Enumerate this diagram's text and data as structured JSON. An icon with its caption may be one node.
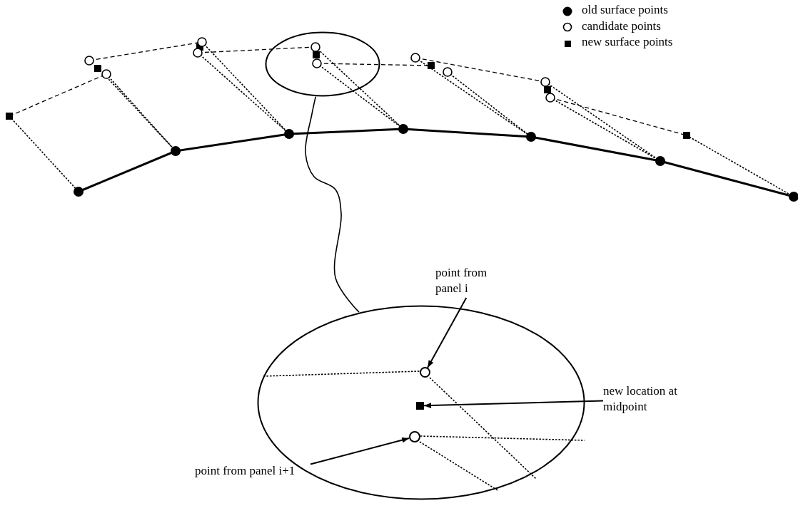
{
  "diagram": {
    "nodes": [
      {
        "text": [],
        "shape": "circle"
      },
      {
        "text": [
          "point from panel i"
        ]
      },
      {
        "text": [],
        "shape": "circle"
      },
      {
        "text": [],
        "shape": "circle",
        "in": 2
      },
      {
        "text": [],
        "shape": "box",
        "in": 2
      },
      {
        "text": [],
        "shape": "circle",
        "in": 2
      },
      {
        "text": [
          "new location at midpoint"
        ]
      },
      {
        "text": [
          "point from panel i+1"
        ]
      }
    ],
    "edges": [
      {
        "from": 0,
        "to": 2,
        "arrow": "none"
      },
      {
        "from": 1,
        "to": 3,
        "arrow": "to"
      },
      {
        "from": 6,
        "to": 4,
        "arrow": "to"
      },
      {
        "from": 7,
        "to": 5,
        "arrow": "to"
      }
    ],
    "legend": [
      {
        "text": "old surface points"
      },
      {
        "text": "candidate points"
      },
      {
        "text": "new surface points"
      }
    ]
  }
}
